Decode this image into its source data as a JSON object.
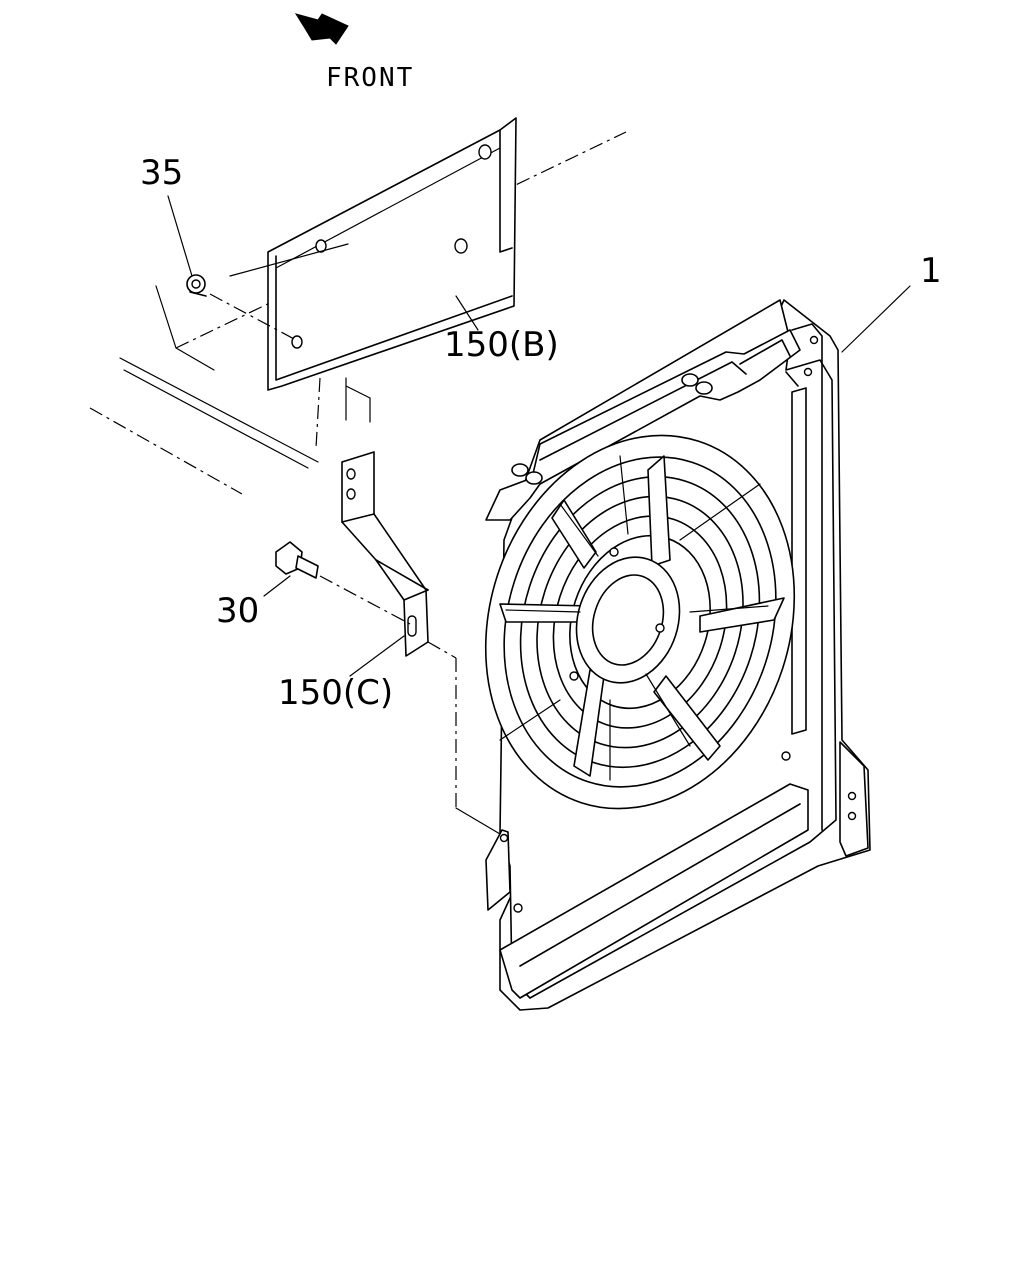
{
  "orientation": {
    "direction_label": "FRONT",
    "arrow_icon": "arrow-right-down-icon"
  },
  "callouts": {
    "nut": "35",
    "upper_bracket": "150(B)",
    "fan_assembly": "1",
    "bolt": "30",
    "lower_bracket": "150(C)"
  }
}
